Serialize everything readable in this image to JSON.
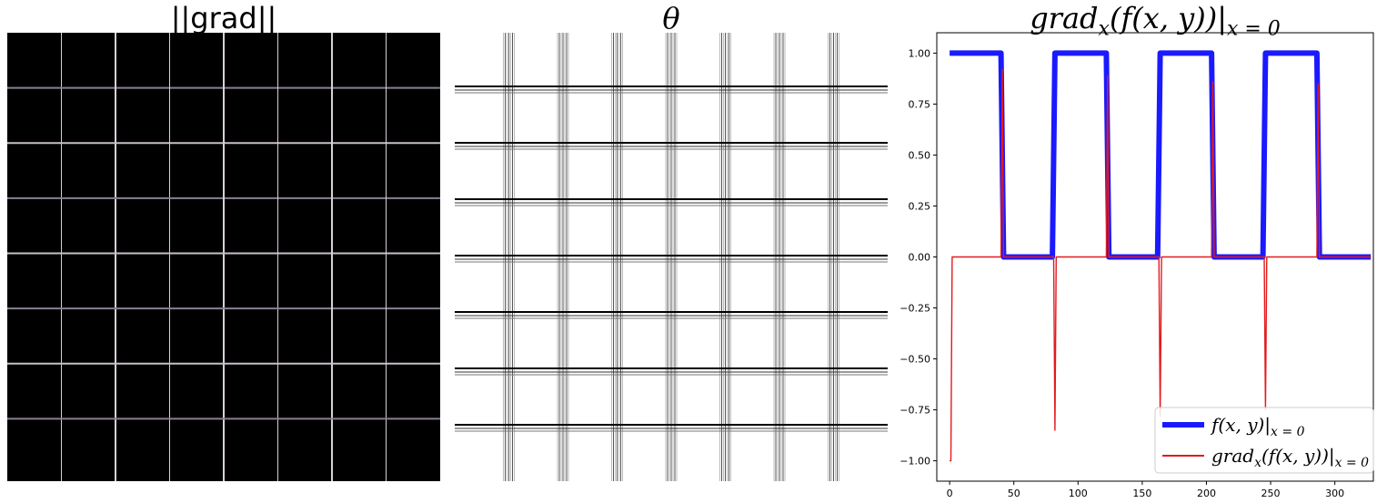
{
  "panels": {
    "grad_magnitude": {
      "title": "||grad||"
    },
    "theta": {
      "title": "θ"
    },
    "profile": {
      "title_main": "grad",
      "title_sub": "x",
      "title_arg": "(f(x, y))|",
      "title_eval": "x = 0"
    }
  },
  "legend": {
    "f_main": "f(x, y)|",
    "f_eval": "x = 0",
    "g_main": "grad",
    "g_sub": "x",
    "g_arg": "(f(x, y))|",
    "g_eval": "x = 0"
  },
  "colors": {
    "f_series": "#1a1aff",
    "grad_series": "#e31a1c",
    "image_bg": "#000000",
    "grid_line": "#b0a8b0"
  },
  "chart_data": [
    {
      "type": "heatmap",
      "title": "||grad||",
      "grid_cells": [
        8,
        8
      ],
      "description_values": "zero everywhere except thin bright lines at cell boundaries"
    },
    {
      "type": "heatmap",
      "title": "θ",
      "grid_cells": [
        8,
        8
      ]
    },
    {
      "type": "line",
      "title": "grad_x(f(x,y))|_{x=0}",
      "xlim": [
        -10,
        330
      ],
      "ylim": [
        -1.1,
        1.1
      ],
      "xticks": [
        0,
        50,
        100,
        150,
        200,
        250,
        300
      ],
      "yticks": [
        -1.0,
        -0.75,
        -0.5,
        -0.25,
        0.0,
        0.25,
        0.5,
        0.75,
        1.0
      ],
      "ytick_labels": [
        "−1.00",
        "−0.75",
        "−0.50",
        "−0.25",
        "0.00",
        "0.25",
        "0.50",
        "0.75",
        "1.00"
      ],
      "grid": false,
      "legend_position": "lower-right",
      "series": [
        {
          "color": "#1a1aff",
          "x": [
            0,
            40,
            42,
            80,
            82,
            122,
            124,
            162,
            164,
            204,
            206,
            244,
            246,
            286,
            288,
            328
          ],
          "y": [
            1,
            1,
            0,
            0,
            1,
            1,
            0,
            0,
            1,
            1,
            0,
            0,
            1,
            1,
            0,
            0
          ]
        },
        {
          "color": "#e31a1c",
          "x": [
            0,
            1,
            2,
            40,
            41,
            42,
            81,
            82,
            83,
            122,
            123,
            124,
            163,
            164,
            165,
            204,
            205,
            206,
            245,
            246,
            247,
            286,
            287,
            288,
            328
          ],
          "y": [
            -1.0,
            -1.0,
            0,
            0,
            0.92,
            0,
            0,
            -0.85,
            0,
            0,
            0.89,
            0,
            0,
            -0.78,
            0,
            0,
            0.86,
            0,
            0,
            -0.75,
            0,
            0,
            0.85,
            0,
            0
          ]
        }
      ]
    }
  ]
}
